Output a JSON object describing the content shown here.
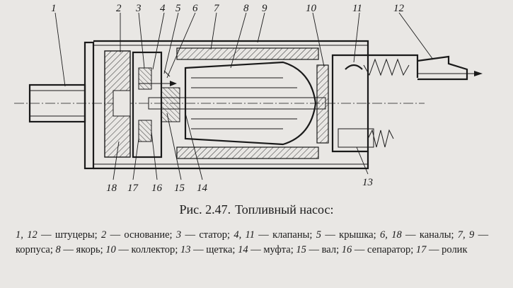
{
  "figure": {
    "labels": [
      "1",
      "2",
      "3",
      "4",
      "5",
      "6",
      "7",
      "8",
      "9",
      "10",
      "11",
      "12",
      "13",
      "14",
      "15",
      "16",
      "17",
      "18"
    ]
  },
  "caption": {
    "prefix": "Рис. 2.47.",
    "title": "Топливный насос:"
  },
  "legend": [
    {
      "nums": "1, 12",
      "text": "штуцеры"
    },
    {
      "nums": "2",
      "text": "основание"
    },
    {
      "nums": "3",
      "text": "статор"
    },
    {
      "nums": "4, 11",
      "text": "клапаны"
    },
    {
      "nums": "5",
      "text": "крышка"
    },
    {
      "nums": "6, 18",
      "text": "каналы"
    },
    {
      "nums": "7, 9",
      "text": "корпуса"
    },
    {
      "nums": "8",
      "text": "якорь"
    },
    {
      "nums": "10",
      "text": "коллектор"
    },
    {
      "nums": "13",
      "text": "щетка"
    },
    {
      "nums": "14",
      "text": "муфта"
    },
    {
      "nums": "15",
      "text": "вал"
    },
    {
      "nums": "16",
      "text": "сепаратор"
    },
    {
      "nums": "17",
      "text": "ролик"
    }
  ],
  "colors": {
    "ink": "#1a1a1a",
    "paper": "#e9e7e4",
    "hatch": "#3a3a3a"
  }
}
